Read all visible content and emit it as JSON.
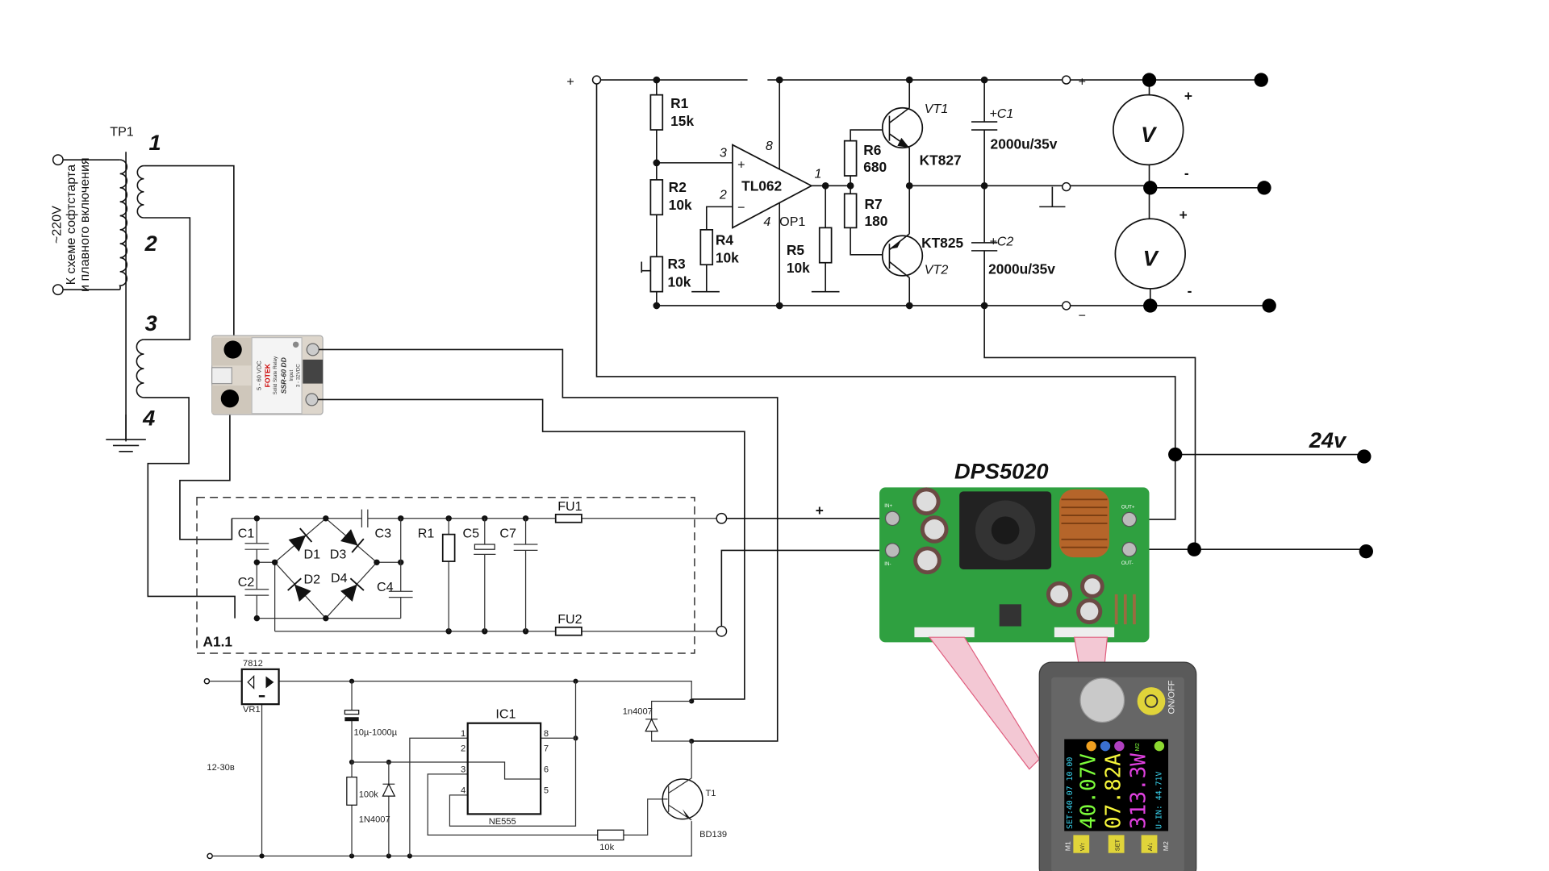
{
  "transformer": {
    "ref": "TP1",
    "primary_label_voltage": "~220V",
    "primary_label_line1": "К схеме софтстарта",
    "primary_label_line2": "и плавного включения",
    "pins": [
      "1",
      "2",
      "3",
      "4"
    ]
  },
  "ssr": {
    "brand": "FOTEK",
    "model": "SSR-60 DD",
    "type": "Solid State Relay",
    "output_rating": "5 - 60 VDC",
    "input_label": "Input",
    "input_rating": "3 - 32VDC"
  },
  "regulator": {
    "opamp": "TL062",
    "opamp_ref": "OP1",
    "pins": {
      "noninv": "3",
      "inv": "2",
      "vcc": "8",
      "out": "1",
      "gnd": "4"
    },
    "plus_sign": "+",
    "minus_sign": "−",
    "rail_plus": "+",
    "rail_minus": "−",
    "R1": {
      "ref": "R1",
      "value": "15k"
    },
    "R2": {
      "ref": "R2",
      "value": "10k"
    },
    "R3": {
      "ref": "R3",
      "value": "10k"
    },
    "R4": {
      "ref": "R4",
      "value": "10k"
    },
    "R5": {
      "ref": "R5",
      "value": "10k"
    },
    "R6": {
      "ref": "R6",
      "value": "680"
    },
    "R7": {
      "ref": "R7",
      "value": "180"
    },
    "VT1": {
      "ref": "VT1",
      "part": "KT827"
    },
    "VT2": {
      "ref": "VT2",
      "part": "KT825"
    },
    "C1": {
      "ref": "+C1",
      "value": "2000u/35v"
    },
    "C2": {
      "ref": "+C2",
      "value": "2000u/35v"
    }
  },
  "voltmeters": [
    {
      "symbol": "V",
      "plus": "+",
      "minus": "-"
    },
    {
      "symbol": "V",
      "plus": "+",
      "minus": "-"
    }
  ],
  "output_24v": "24v",
  "rectifier": {
    "ref": "A1.1",
    "C1": "C1",
    "C2": "C2",
    "C3": "C3",
    "C4": "C4",
    "C5": "C5",
    "C7": "C7",
    "R1": "R1",
    "D1": "D1",
    "D2": "D2",
    "D3": "D3",
    "D4": "D4",
    "FU1": "FU1",
    "FU2": "FU2",
    "plus": "+"
  },
  "dps": {
    "title": "DPS5020",
    "labels": {
      "in_plus": "IN+",
      "in_minus": "IN-",
      "out_plus": "OUT+",
      "out_minus": "OUT-"
    },
    "display": {
      "set_line": "SET:40.07 10.00",
      "voltage": "40.07V",
      "current": "07.82A",
      "power": "313.3W",
      "input": "U-IN: 44.71V",
      "mode": "M2",
      "colors": {
        "voltage": "#7CFC3A",
        "current": "#F5F53A",
        "power": "#E040E0",
        "info": "#39D5F0"
      }
    },
    "on_off": "ON/OFF",
    "buttons": [
      "V/↑",
      "SET",
      "A/↓"
    ],
    "m1": "M1",
    "m2": "M2"
  },
  "timer": {
    "vr_part": "7812",
    "vr_ref": "VR1",
    "supply": "12-30в",
    "cap": "10µ-1000µ",
    "res": "100k",
    "diode": "1N4007",
    "ic_ref": "IC1",
    "ic_part": "NE555",
    "ic_pins_left": [
      "1",
      "2",
      "3",
      "4"
    ],
    "ic_pins_right": [
      "8",
      "7",
      "6",
      "5"
    ],
    "base_res": "10k",
    "relay_diode": "1n4007",
    "transistor_ref": "T1",
    "transistor_part": "BD139"
  }
}
